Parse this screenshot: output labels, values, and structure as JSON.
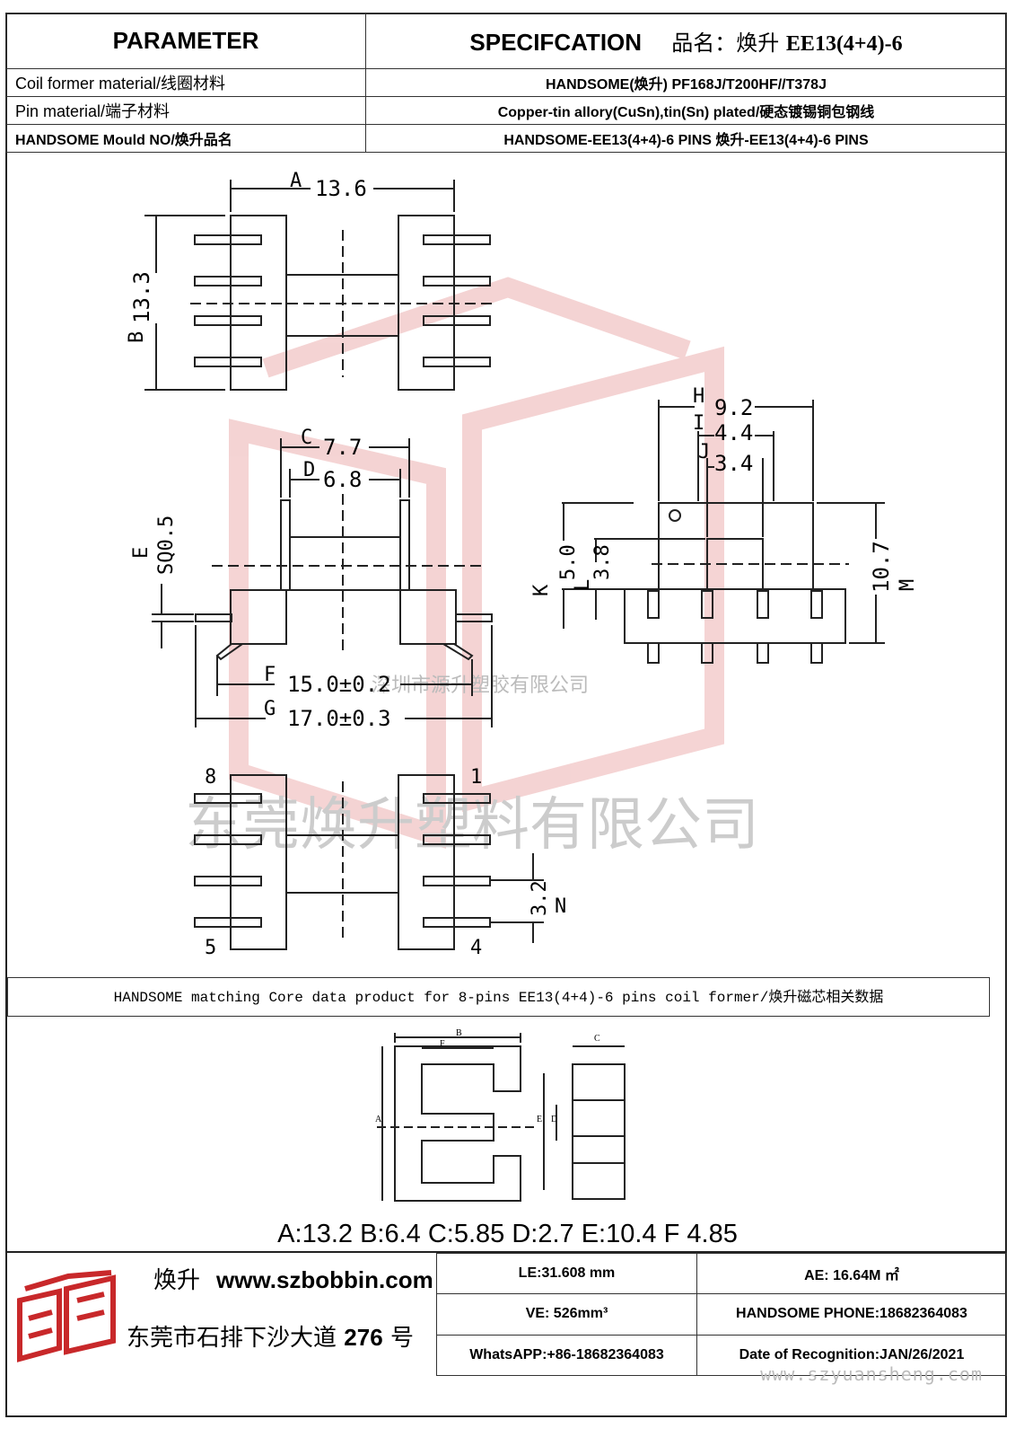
{
  "header": {
    "parameter_label": "PARAMETER",
    "spec_label": "SPECIFCATION",
    "product_name_prefix": "品名：焕升",
    "product_model": "EE13(4+4)-6"
  },
  "rows": [
    {
      "param": "Coil former material/线圈材料",
      "value": "HANDSOME(焕升)   PF168J/T200HF//T378J"
    },
    {
      "param": "Pin material/端子材料",
      "value": "Copper-tin allory(CuSn),tin(Sn) plated/硬态镀锡铜包钢线"
    },
    {
      "param": "HANDSOME Mould NO/焕升品名",
      "value": "HANDSOME-EE13(4+4)-6 PINS    焕升-EE13(4+4)-6 PINS"
    }
  ],
  "drawing": {
    "dim_a": "13.6",
    "dim_b": "13.3",
    "dim_c": "7.7",
    "dim_d": "6.8",
    "dim_e": "SQ0.5",
    "dim_f": "15.0±0.2",
    "dim_g": "17.0±0.3",
    "dim_h": "9.2",
    "dim_i": "4.4",
    "dim_j": "3.4",
    "dim_k": "5.0",
    "dim_l": "3.8",
    "dim_m": "10.7",
    "dim_n": "3.2",
    "markers": {
      "a": "A",
      "b": "B",
      "c": "C",
      "d": "D",
      "e": "E",
      "f": "F",
      "g": "G",
      "h": "H",
      "i": "I",
      "j": "J",
      "k": "K",
      "l": "L",
      "m": "M",
      "n": "N"
    },
    "pin_labels": [
      "8",
      "1",
      "5",
      "4"
    ],
    "watermark_small": "深圳市源升塑胶有限公司",
    "watermark_large": "东莞焕升塑料有限公司"
  },
  "core": {
    "title": "HANDSOME matching Core data  product for 8-pins EE13(4+4)-6 pins coil former/焕升磁芯相关数据",
    "labels": {
      "a": "A",
      "b": "B",
      "c": "C",
      "d": "D",
      "e": "E",
      "f": "F"
    },
    "dims_text": "A:13.2 B:6.4 C:5.85 D:2.7 E:10.4 F 4.85"
  },
  "footer": {
    "brand_cn": "焕升",
    "website": "www.szbobbin.com",
    "address_cn": "东莞市石排下沙大道",
    "address_no": "276",
    "address_suffix": "号",
    "le": "LE:31.608 mm",
    "ae": "AE: 16.64M ㎡",
    "ve": "VE: 526mm³",
    "phone": "HANDSOME PHONE:18682364083",
    "whatsapp": "WhatsAPP:+86-18682364083",
    "date": "Date of Recognition:JAN/26/2021",
    "watermark_url": "www.szyuansheng.com"
  },
  "colors": {
    "watermark_red": "#e8a0a0",
    "line": "#222222"
  }
}
